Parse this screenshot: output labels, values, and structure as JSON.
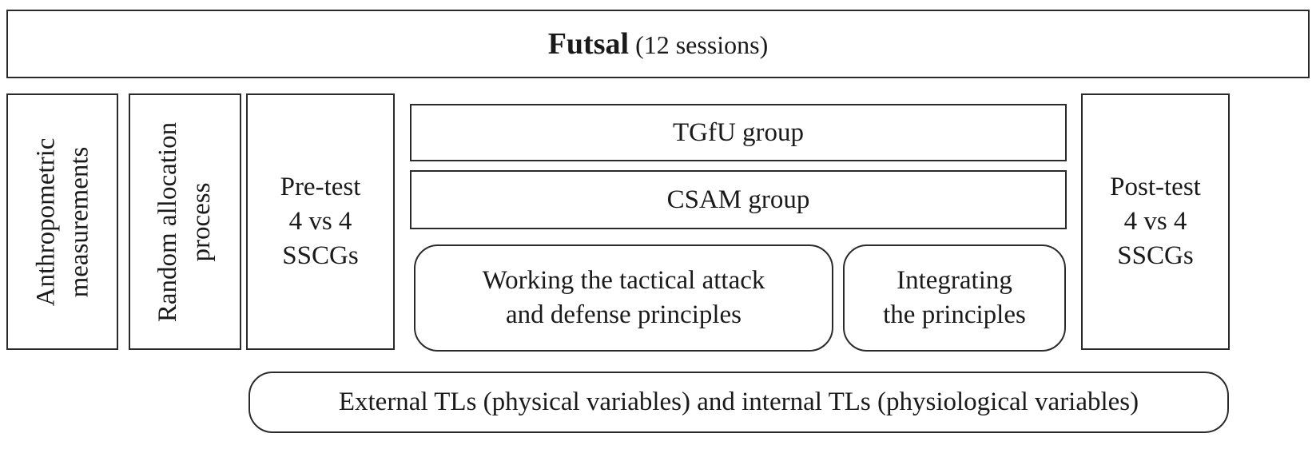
{
  "header": {
    "title_bold": "Futsal",
    "title_rest": " (12 sessions)"
  },
  "columns": {
    "anthropometric": [
      "Anthropometric",
      "measurements"
    ],
    "random": [
      "Random allocation",
      "process"
    ],
    "pretest": [
      "Pre-test",
      "4 vs 4",
      "SSCGs"
    ],
    "posttest": [
      "Post-test",
      "4 vs 4",
      "SSCGs"
    ]
  },
  "groups": {
    "tgfu": "TGfU group",
    "csam": "CSAM group"
  },
  "phases": {
    "working": [
      "Working the tactical attack",
      "and defense principles"
    ],
    "integrating": [
      "Integrating",
      "the principles"
    ]
  },
  "footer": {
    "loads": "External TLs (physical variables) and internal TLs (physiological variables)"
  }
}
